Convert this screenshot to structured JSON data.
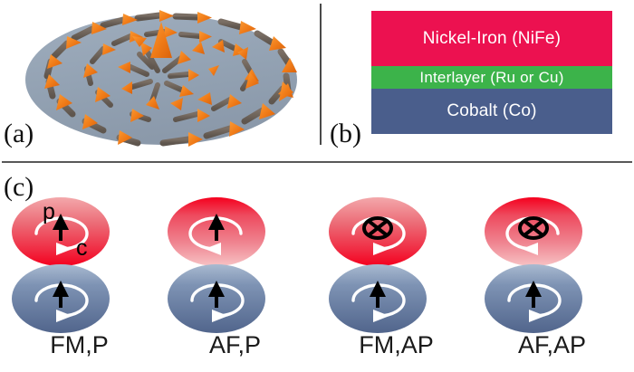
{
  "figure": {
    "panels": {
      "a": {
        "label": "(a)",
        "description": "magnetic-vortex-disc"
      },
      "b": {
        "label": "(b)",
        "description": "trilayer-stack"
      },
      "c": {
        "label": "(c)",
        "description": "vortex-state-configurations"
      }
    }
  },
  "vortex": {
    "disc_color": "#94a3b4",
    "arrow_color": "#ef7a1a",
    "shaft_color": "#6e6259",
    "core_label": "vortex-core-up"
  },
  "stack": {
    "layers": [
      {
        "name": "nickel-iron-layer",
        "label": "Nickel-Iron (NiFe)",
        "color": "#ec1150"
      },
      {
        "name": "interlayer",
        "label": "Interlayer (Ru or Cu)",
        "color": "#3cb34a"
      },
      {
        "name": "cobalt-layer",
        "label": "Cobalt (Co)",
        "color": "#4a5e8c"
      }
    ]
  },
  "annotations": {
    "polarity": "p",
    "circulation": "c"
  },
  "configurations": [
    {
      "id": "fm-p",
      "caption": "FM,P",
      "top": {
        "color": "red",
        "polarity": "up",
        "circulation": "cw",
        "gradient": "bottom-bright"
      },
      "bottom": {
        "color": "blue",
        "polarity": "up",
        "circulation": "cw",
        "gradient": "top-bright"
      }
    },
    {
      "id": "af-p",
      "caption": "AF,P",
      "top": {
        "color": "red",
        "polarity": "up",
        "circulation": "ccw",
        "gradient": "top-bright"
      },
      "bottom": {
        "color": "blue",
        "polarity": "up",
        "circulation": "cw",
        "gradient": "top-bright"
      }
    },
    {
      "id": "fm-ap",
      "caption": "FM,AP",
      "top": {
        "color": "red",
        "polarity": "down",
        "circulation": "cw",
        "gradient": "bottom-bright"
      },
      "bottom": {
        "color": "blue",
        "polarity": "up",
        "circulation": "cw",
        "gradient": "top-bright"
      }
    },
    {
      "id": "af-ap",
      "caption": "AF,AP",
      "top": {
        "color": "red",
        "polarity": "down",
        "circulation": "ccw",
        "gradient": "top-bright"
      },
      "bottom": {
        "color": "blue",
        "polarity": "up",
        "circulation": "cw",
        "gradient": "top-bright"
      }
    }
  ],
  "colors": {
    "red_disc": "#e8566a",
    "red_bright": "#f5001e",
    "blue_disc": "#5f7396",
    "blue_bright": "#9fb0c6",
    "arrow_white": "#ffffff",
    "arrow_black": "#000000"
  }
}
